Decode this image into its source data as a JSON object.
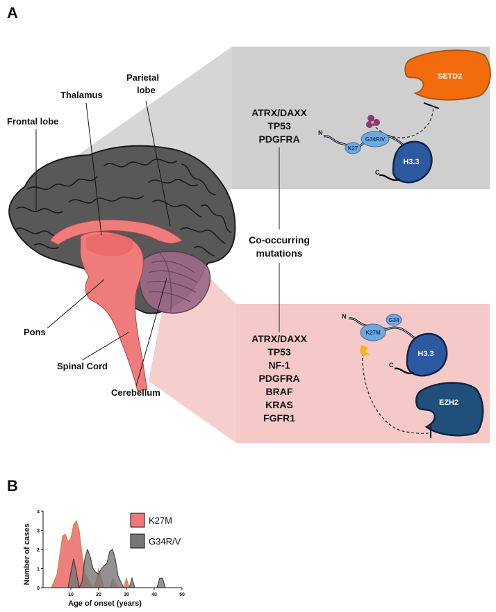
{
  "panel_a": {
    "letter": "A",
    "brain_labels": {
      "frontal_lobe": "Frontal lobe",
      "thalamus": "Thalamus",
      "parietal_lobe_1": "Parietal",
      "parietal_lobe_2": "lobe",
      "pons": "Pons",
      "spinal_cord": "Spinal Cord",
      "cerebellum": "Cerebellum"
    },
    "top_mutations": [
      "ATRX/DAXX",
      "TP53",
      "PDGFRA"
    ],
    "co_occurring_1": "Co-occurring",
    "co_occurring_2": "mutations",
    "bottom_mutations": [
      "ATRX/DAXX",
      "TP53",
      "NF-1",
      "PDGFRA",
      "BRAF",
      "KRAS",
      "FGFR1"
    ],
    "top_diagram": {
      "setd2": "SETD2",
      "g34rv": "G34R/V",
      "k27": "K27",
      "h33": "H3.3",
      "n": "N",
      "c": "C"
    },
    "bottom_diagram": {
      "ezh2": "EZH2",
      "k27m": "K27M",
      "g34": "G34",
      "h33": "H3.3",
      "n": "N",
      "c": "C"
    },
    "colors": {
      "gray_panel": "#cfcfcf",
      "pink_panel": "#f6c9c9",
      "setd2": "#f26c0d",
      "ezh2": "#1f4f7a",
      "histone": "#2c5aa0",
      "bubble": "#6ea9dd",
      "brain_cortex": "#585858",
      "midline": "#ef7b7b",
      "cerebellum": "#9c6a88"
    }
  },
  "panel_b": {
    "letter": "B",
    "legend": [
      "K27M",
      "G34R/V"
    ]
  },
  "chart_data": {
    "type": "area",
    "xlabel": "Age of onset (years)",
    "ylabel": "Number of cases",
    "xlim": [
      0,
      50
    ],
    "ylim": [
      0,
      4
    ],
    "x_ticks": [
      10,
      20,
      30,
      40,
      50
    ],
    "y_ticks": [
      0,
      1,
      2,
      3,
      4
    ],
    "legend_position": "right",
    "series": [
      {
        "name": "K27M",
        "color": "#ee7777",
        "points": [
          [
            3,
            0
          ],
          [
            5,
            0.7
          ],
          [
            7,
            2.7
          ],
          [
            8,
            2.8
          ],
          [
            9,
            2.4
          ],
          [
            10,
            2.6
          ],
          [
            11,
            3.3
          ],
          [
            12,
            3.5
          ],
          [
            13,
            3.0
          ],
          [
            14,
            1.8
          ],
          [
            15,
            0.8
          ],
          [
            17,
            0.2
          ],
          [
            18,
            0.0
          ],
          [
            19,
            0.3
          ],
          [
            20,
            1.0
          ],
          [
            21,
            0.5
          ],
          [
            22,
            0.0
          ],
          [
            24,
            0.0
          ],
          [
            25,
            0.5
          ],
          [
            27,
            0.0
          ],
          [
            29,
            0.0
          ],
          [
            30,
            0.5
          ],
          [
            31,
            0.0
          ]
        ]
      },
      {
        "name": "G34R/V",
        "color": "#777777",
        "points": [
          [
            9,
            0
          ],
          [
            10,
            0.8
          ],
          [
            11,
            1.5
          ],
          [
            12,
            0.8
          ],
          [
            13,
            0
          ],
          [
            14,
            0.3
          ],
          [
            15,
            1.5
          ],
          [
            16,
            2.0
          ],
          [
            17,
            1.6
          ],
          [
            18,
            1.0
          ],
          [
            19,
            0.8
          ],
          [
            20,
            0.7
          ],
          [
            21,
            1.0
          ],
          [
            23,
            1.3
          ],
          [
            24,
            1.9
          ],
          [
            25,
            2.0
          ],
          [
            26,
            1.5
          ],
          [
            27,
            0.6
          ],
          [
            28,
            0.3
          ],
          [
            29,
            0.0
          ],
          [
            31,
            0.0
          ],
          [
            32,
            0.5
          ],
          [
            33,
            0.0
          ],
          [
            41,
            0.0
          ],
          [
            42,
            0.5
          ],
          [
            43,
            0.5
          ],
          [
            44,
            0.0
          ]
        ]
      }
    ]
  }
}
